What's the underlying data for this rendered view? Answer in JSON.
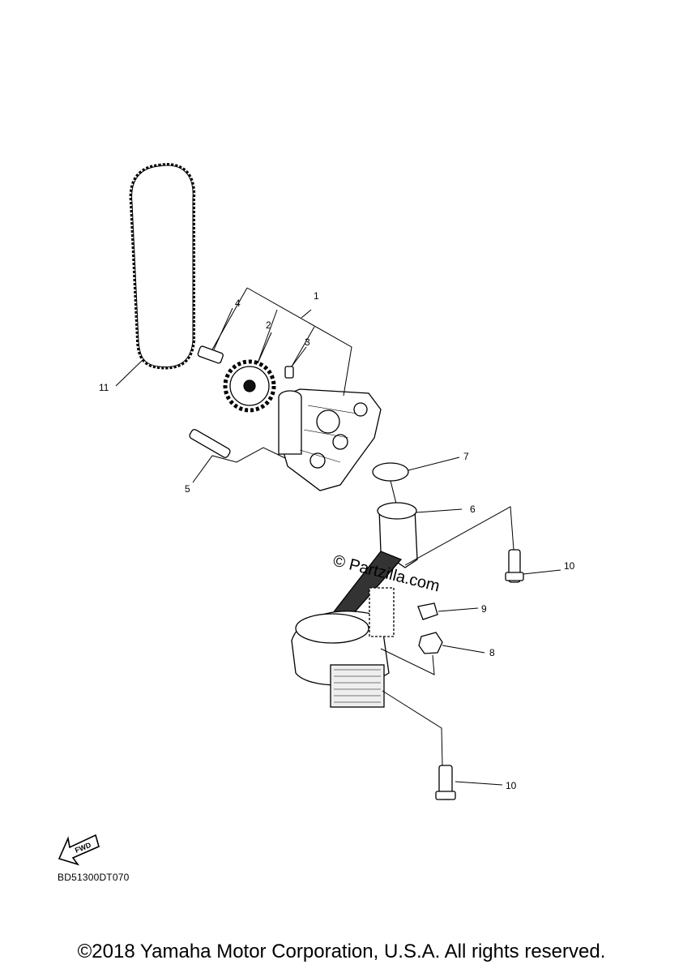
{
  "callouts": {
    "c1": "1",
    "c2": "2",
    "c3": "3",
    "c4": "4",
    "c5": "5",
    "c6": "6",
    "c7": "7",
    "c8": "8",
    "c9": "9",
    "c10a": "10",
    "c10b": "10",
    "c11": "11"
  },
  "watermark": "© Partzilla.com",
  "fwd_label": "FWD",
  "diagram_code": "BD51300DT070",
  "copyright": "©2018 Yamaha Motor Corporation, U.S.A. All rights reserved."
}
